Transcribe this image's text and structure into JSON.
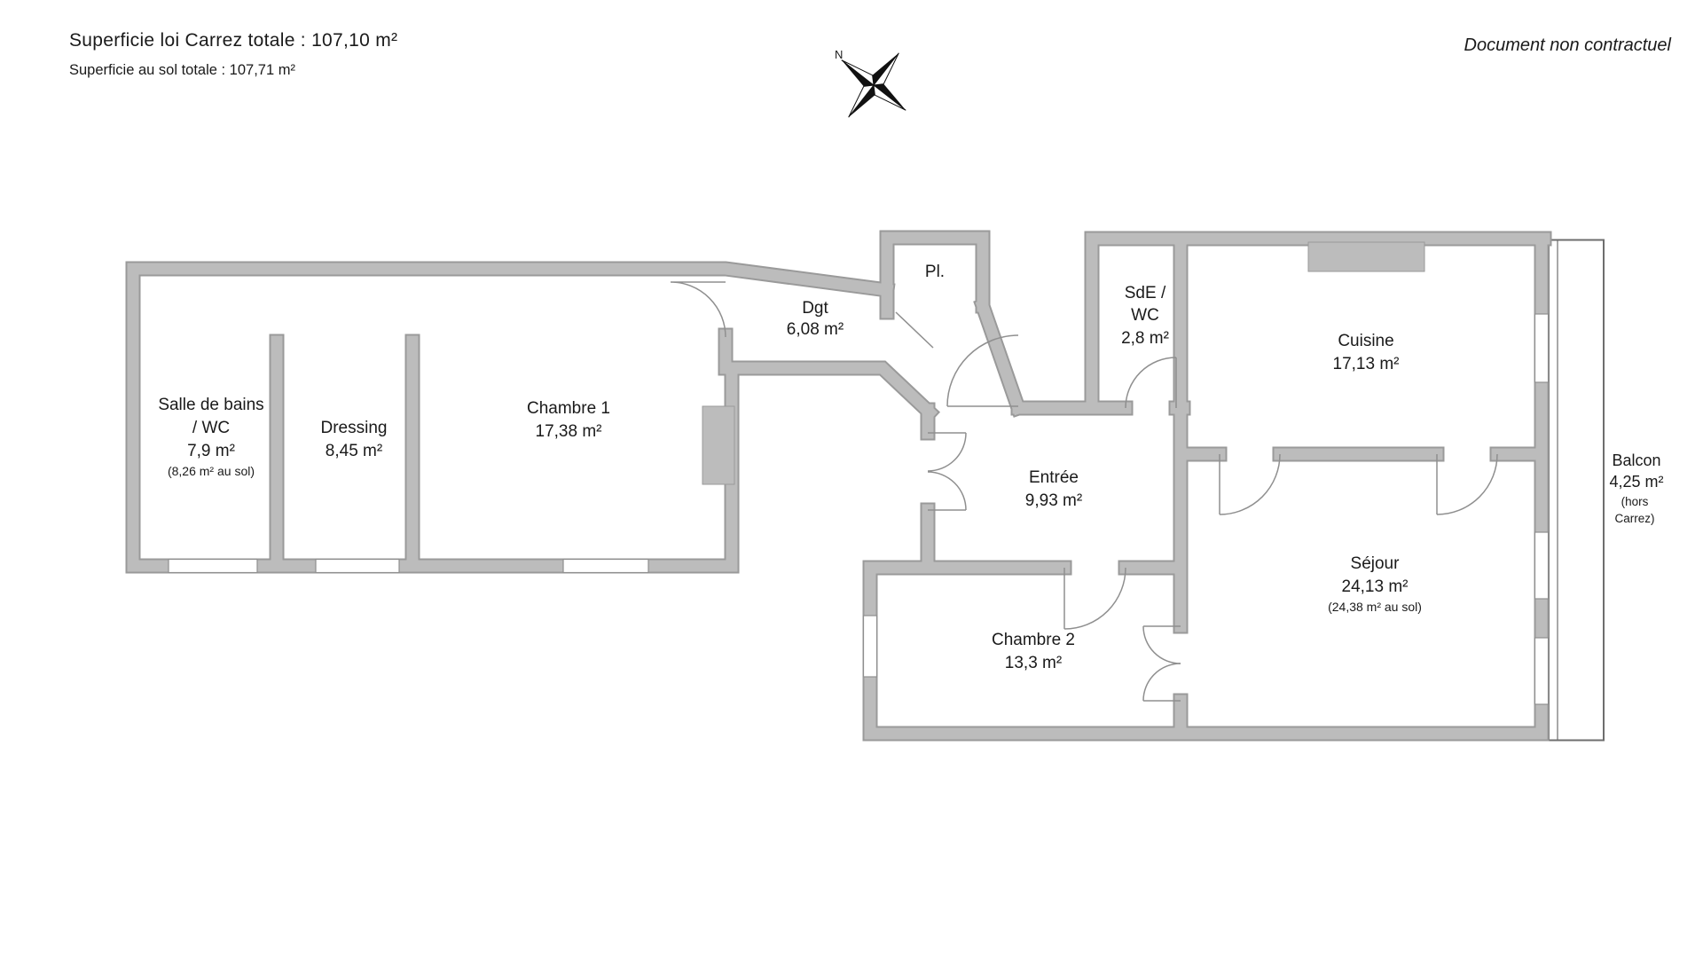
{
  "header": {
    "carrez_total": "Superficie loi Carrez totale : 107,10 m²",
    "sol_total": "Superficie au sol totale : 107,71 m²",
    "disclaimer": "Document non contractuel",
    "compass_north": "N"
  },
  "rooms": {
    "salle_de_bains": {
      "name_line1": "Salle de bains",
      "name_line2": "/ WC",
      "area": "7,9 m²",
      "note": "(8,26 m² au sol)"
    },
    "dressing": {
      "name": "Dressing",
      "area": "8,45 m²"
    },
    "chambre1": {
      "name": "Chambre 1",
      "area": "17,38 m²"
    },
    "dgt": {
      "name": "Dgt",
      "area": "6,08 m²"
    },
    "placard": {
      "name": "Pl."
    },
    "sde_wc": {
      "name_line1": "SdE /",
      "name_line2": "WC",
      "area": "2,8 m²"
    },
    "cuisine": {
      "name": "Cuisine",
      "area": "17,13 m²"
    },
    "entree": {
      "name": "Entrée",
      "area": "9,93 m²"
    },
    "chambre2": {
      "name": "Chambre 2",
      "area": "13,3 m²"
    },
    "sejour": {
      "name": "Séjour",
      "area": "24,13 m²",
      "note": "(24,38 m² au sol)"
    },
    "balcon": {
      "name": "Balcon",
      "area": "4,25 m²",
      "note_line1": "(hors",
      "note_line2": "Carrez)"
    }
  },
  "colors": {
    "wall_fill": "#bcbcbc",
    "wall_outline": "#9a9a9a",
    "line": "#8f8f8f",
    "text": "#1a1a1a"
  }
}
